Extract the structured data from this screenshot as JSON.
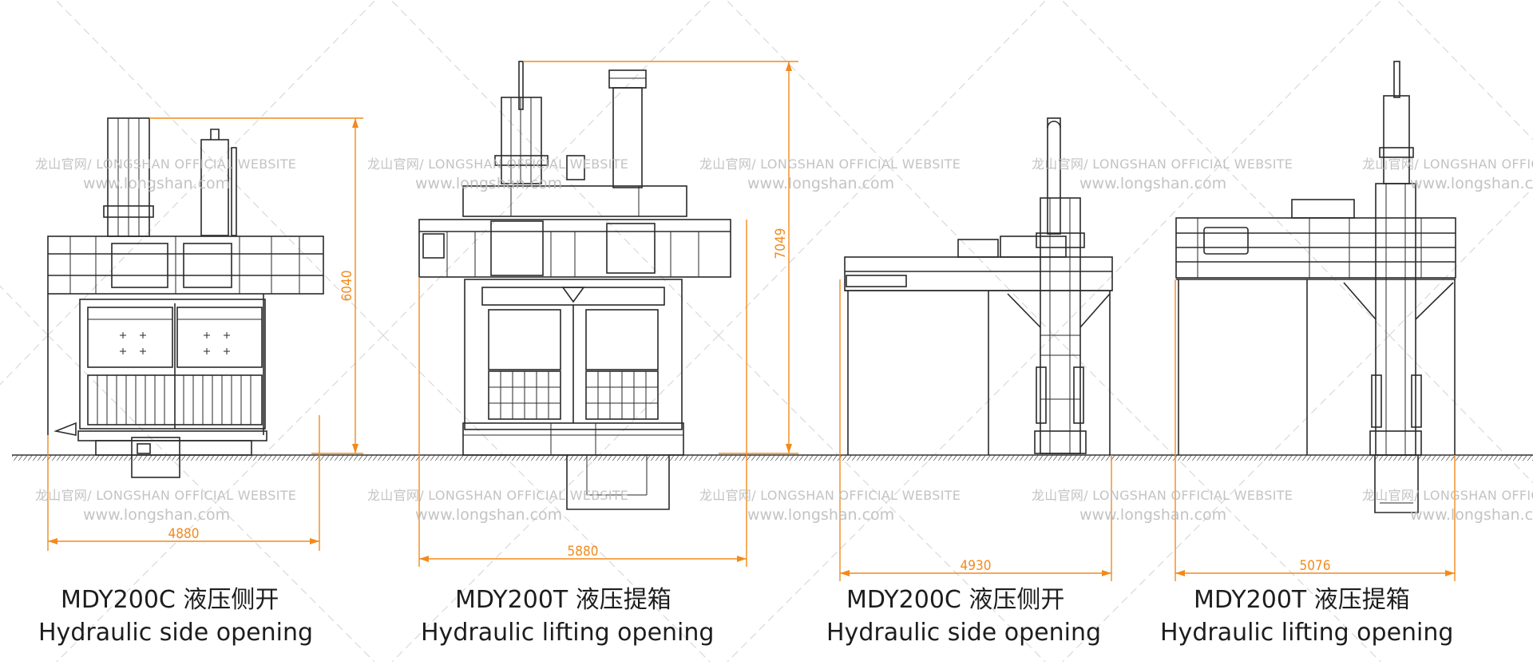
{
  "watermark": {
    "line1": "龙山官网/ LONGSHAN OFFICIAL WEBSITE",
    "line2": "www.longshan.com"
  },
  "colors": {
    "dimension": "#f28a1c",
    "drawing": "#2a2a2a",
    "watermark": "#b9b9b9"
  },
  "machines": [
    {
      "model": "MDY200C 液压侧开",
      "name": "Hydraulic side opening",
      "width_dim": "4880",
      "height_dim": "6040"
    },
    {
      "model": "MDY200T 液压提箱",
      "name": "Hydraulic lifting opening",
      "width_dim": "5880",
      "height_dim": "7049"
    },
    {
      "model": "MDY200C 液压侧开",
      "name": "Hydraulic side opening",
      "width_dim": "4930"
    },
    {
      "model": "MDY200T 液压提箱",
      "name": "Hydraulic lifting opening",
      "width_dim": "5076"
    }
  ]
}
